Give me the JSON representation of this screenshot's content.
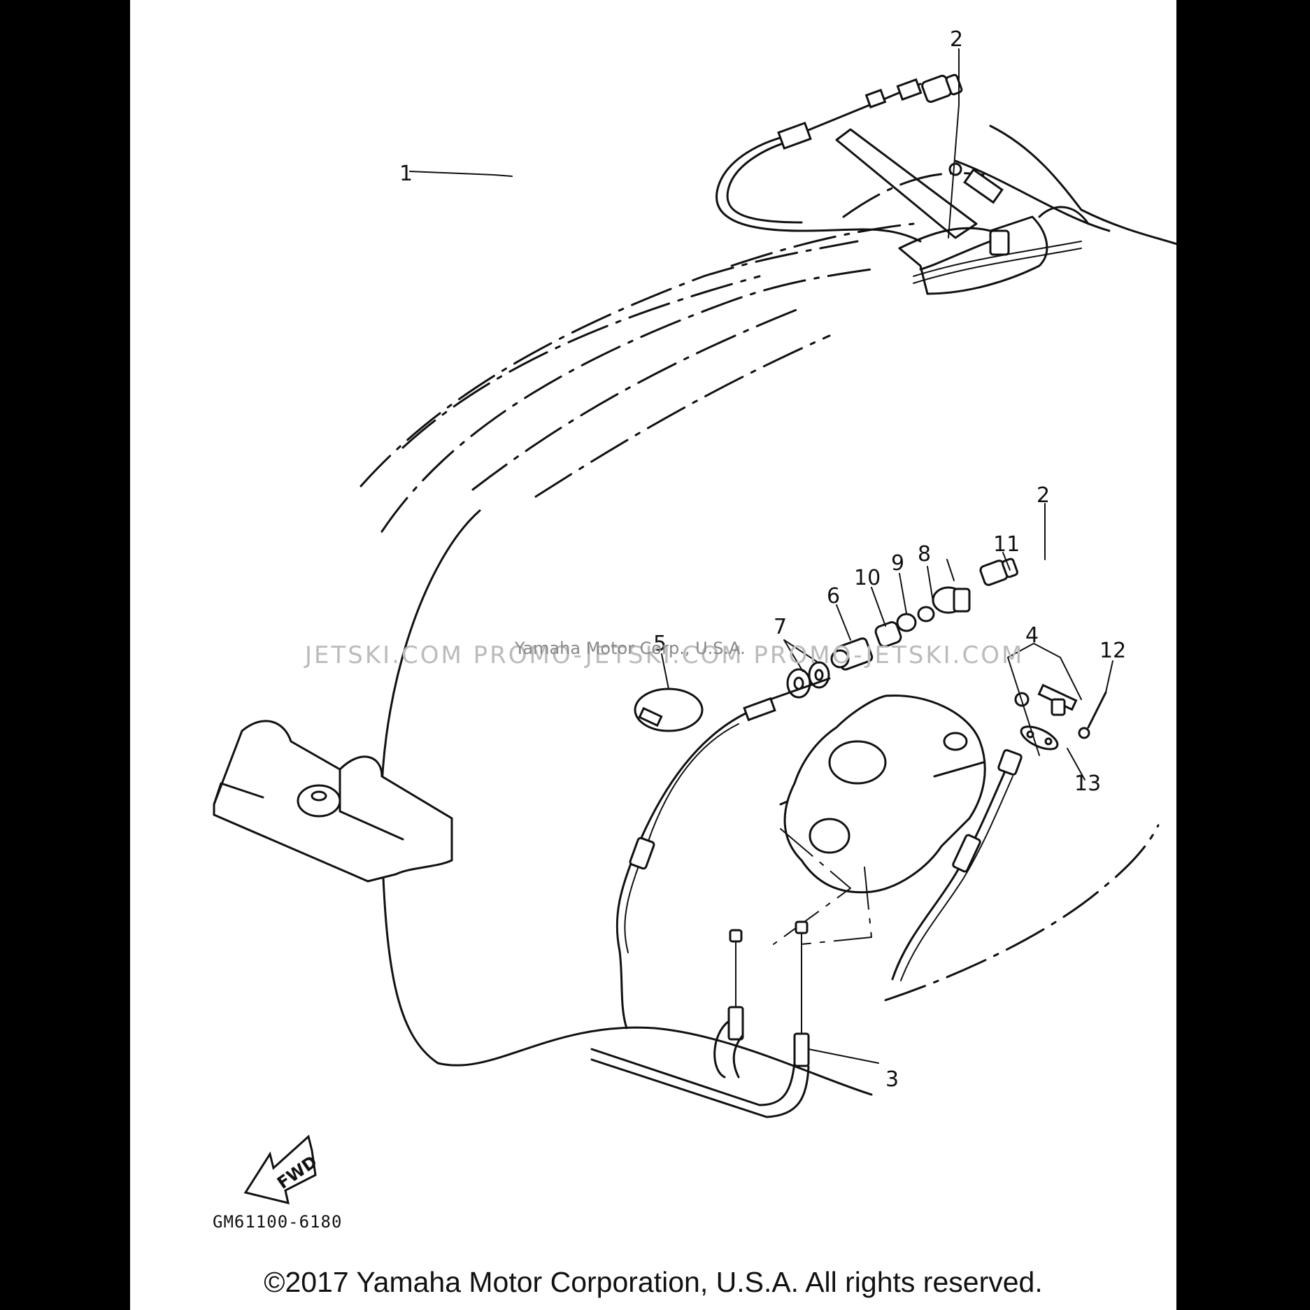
{
  "watermarks": {
    "line1": "JETSKI.COM   PROMO-JETSKI.COM   PROMO-JETSKI.COM",
    "line2": "Yamaha Motor Corp., U.S.A."
  },
  "callouts": {
    "c1": "1",
    "c2a": "2",
    "c2b": "2",
    "c3": "3",
    "c4": "4",
    "c5": "5",
    "c6": "6",
    "c7": "7",
    "c8": "8",
    "c9": "9",
    "c10": "10",
    "c11": "11",
    "c12": "12",
    "c13": "13"
  },
  "fwd_label": "FWD",
  "diagram_code": "GM61100-6180",
  "copyright": "©2017 Yamaha Motor Corporation, U.S.A. All rights reserved."
}
